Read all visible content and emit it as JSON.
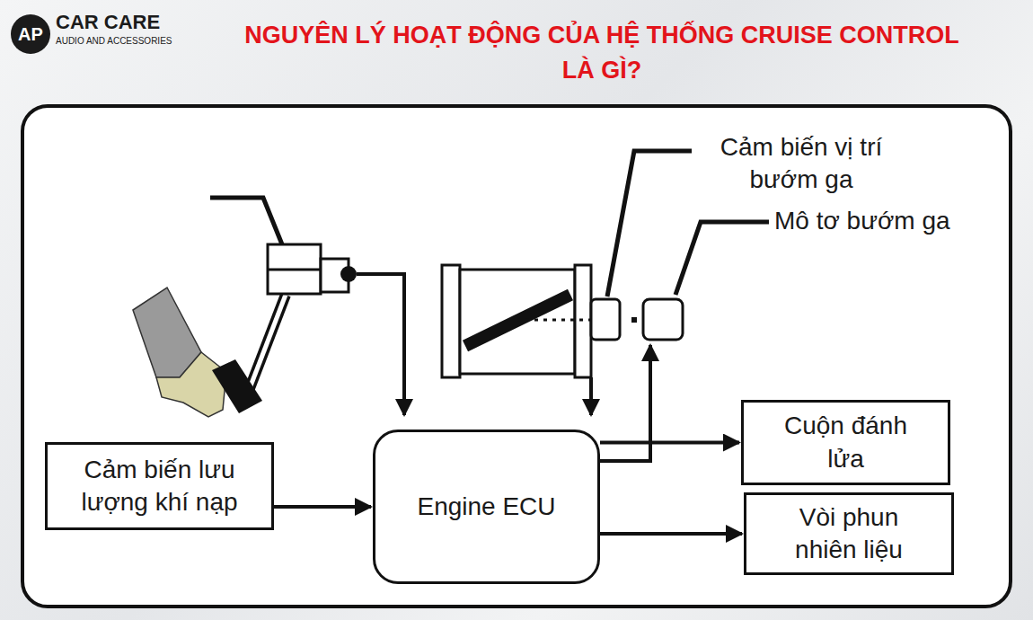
{
  "diagram": {
    "title": "NGUYÊN LÝ HOẠT ĐỘNG CỦA HỆ THỐNG CRUISE CONTROL LÀ GÌ?",
    "nodes": [
      {
        "text": [
          "Cảm biến lưu lượng khí nạp"
        ]
      },
      {
        "text": [
          "Engine ECU"
        ]
      },
      {
        "text": [
          "Cuộn đánh lửa"
        ]
      },
      {
        "text": [
          "Vòi phun nhiên liệu"
        ]
      }
    ],
    "edges": [
      {
        "from": 0,
        "to": 1,
        "arrow": "to"
      },
      {
        "from": 1,
        "to": 2,
        "arrow": "to"
      },
      {
        "from": 1,
        "to": 3,
        "arrow": "to"
      }
    ],
    "labels": [
      "AP",
      "CAR CARE",
      "AUDIO AND ACCESSORIES",
      "Cảm biến vị trí bướm ga",
      "Mô tơ bướm ga"
    ]
  }
}
